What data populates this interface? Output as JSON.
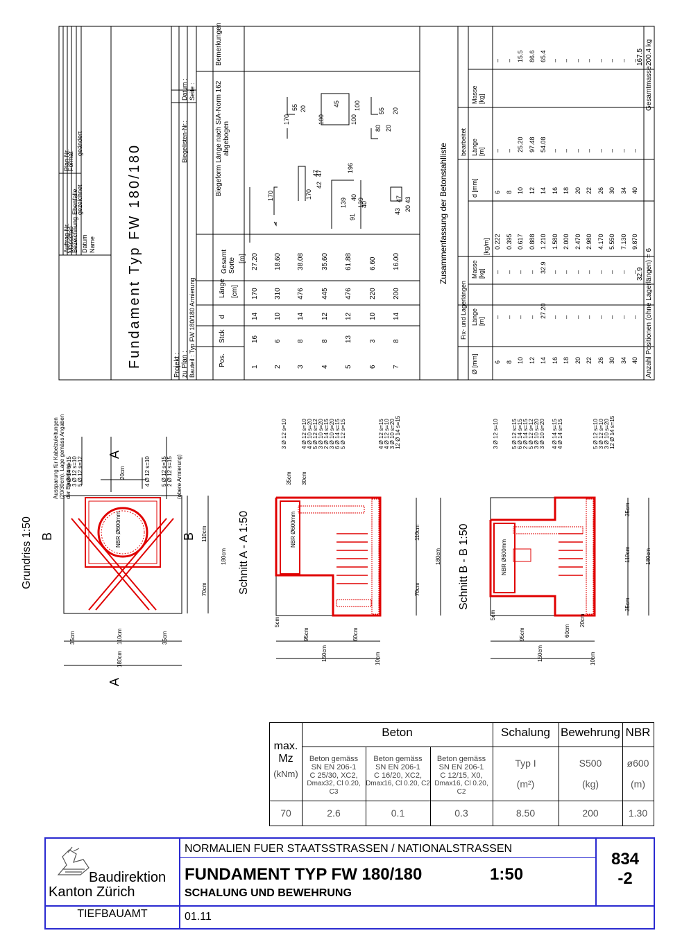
{
  "sheet": {
    "title": "Fundament Typ FW 180/180",
    "stamp_rows": [
      "Auftrag Nr.",
      "Plan Nr.",
      "Massstab",
      "Format",
      "Bezeichnung",
      "Ebenfalle",
      "gezeichnet",
      "geändert",
      "Datum",
      "Name"
    ],
    "projekt_label": "Projekt :",
    "zu_plan_label": "zu Plan :",
    "bauteil_label": "Bauteil : Typ FW 180/180 Armierung",
    "biegelisten_label": "Biegelisten-Nr.:",
    "datum_label": "Datum :",
    "seite_label": "Seite :",
    "columns": [
      "Pos.",
      "Stck",
      "d",
      "Länge",
      "Gesamt Sorte",
      "Biegeform Länge nach SIA-Norm 162 abgebogen",
      "Bemerkungen"
    ],
    "col_units": [
      "",
      "",
      "",
      "[cm]",
      "[m]",
      "",
      ""
    ],
    "positions": [
      {
        "pos": "1",
        "stck": "16",
        "d": "14",
        "laenge": "170",
        "gesamt": "27.20"
      },
      {
        "pos": "2",
        "stck": "6",
        "d": "10",
        "laenge": "310",
        "gesamt": "18.60"
      },
      {
        "pos": "3",
        "stck": "8",
        "d": "14",
        "laenge": "476",
        "gesamt": "38.08"
      },
      {
        "pos": "4",
        "stck": "8",
        "d": "12",
        "laenge": "445",
        "gesamt": "35.60"
      },
      {
        "pos": "5",
        "stck": "13",
        "d": "12",
        "laenge": "476",
        "gesamt": "61.88"
      },
      {
        "pos": "6",
        "stck": "3",
        "d": "10",
        "laenge": "220",
        "gesamt": "6.60"
      },
      {
        "pos": "7",
        "stck": "8",
        "d": "14",
        "laenge": "200",
        "gesamt": "16.00"
      }
    ],
    "bend_labels": [
      "170",
      "47",
      "170",
      "42",
      "47",
      "196",
      "139",
      "40",
      "139",
      "91",
      "40",
      "43",
      "47",
      "20 43",
      "170",
      "55",
      "20",
      "100",
      "45",
      "100",
      "100",
      "80",
      "55",
      "20",
      "20"
    ],
    "zusammenfassung_title": "Zusammenfassung der Betonstahlliste",
    "fix_label": "Fix- und Lagerlängen",
    "bearbeitet_label": "bearbeitet",
    "sum_headers": [
      "Ø [mm]",
      "Länge [m]",
      "Masse [kg]",
      "[kg/m]",
      "d [mm]",
      "Länge [m]",
      "Masse [kg]"
    ],
    "diam": [
      "6",
      "8",
      "10",
      "12",
      "14",
      "16",
      "18",
      "20",
      "22",
      "26",
      "30",
      "34",
      "40"
    ],
    "kgm": [
      "0.222",
      "0.395",
      "0.617",
      "0.888",
      "1.210",
      "1.580",
      "2.000",
      "2.470",
      "2.980",
      "4.170",
      "5.550",
      "7.130",
      "9.870"
    ],
    "fix_laenge_14": "27.20",
    "fix_masse_14": "32.9",
    "fix_total": "32.9",
    "bearb_laenge": {
      "10": "25.20",
      "12": "97.48",
      "14": "54.08"
    },
    "bearb_masse": {
      "10": "15.5",
      "12": "86.6",
      "14": "65.4"
    },
    "bearb_total": "167.5",
    "gesamtmasse_label": "Gesamtmasse",
    "gesamtmasse_value": "200.4 kg",
    "anzahl_label": "Anzahl Positionen (ohne Lagerlängen) = 6"
  },
  "drawings": {
    "grundriss_label": "Grundriss 1:50",
    "schnitt_a_label": "Schnitt A - A 1:50",
    "schnitt_b_label": "Schnitt B - B 1:50",
    "section_letter_a": "A",
    "section_letter_b": "B",
    "nbr_label": "NBR Ø600mm",
    "aussparung_note": "Aussparung für Kabelzuleitungen (20/30cm). Lage gemäss Angaben der Bauleitung",
    "callouts_grundriss": [
      "2 Ø 14 s=15",
      "3 Ø 12 s=10",
      "5 Ø 12 s=12",
      "4 Ø 12 s=10",
      "5 Ø 12 s=15",
      "2 Ø 12 s=15",
      "(obere Armierung)"
    ],
    "callouts_a": [
      "3 Ø 12 s=10",
      "4 Ø 12 s=10",
      "4 Ø 10 s=20",
      "5 Ø 12 s=12",
      "3 Ø 10 s=20",
      "2 Ø 14 s=15",
      "3 Ø 10 s=20",
      "6 Ø 14 s=15",
      "5 Ø 12 s=15",
      "4 Ø 12 s=15",
      "4 Ø 12 s=10",
      "3 Ø 10 s=20",
      "12 Ø 14 s=15"
    ],
    "callouts_b": [
      "3 Ø 12 s=10",
      "5 Ø 12 s=15",
      "6 Ø 14 s=15",
      "2 Ø 14 s=15",
      "5 Ø 12 s=12",
      "3 Ø 10 s=20",
      "3 Ø 10 s=20",
      "4 Ø 14 s=15",
      "4 Ø 14 s=15",
      "5 Ø 12 s=10",
      "3 Ø 12 s=10",
      "3 Ø 10 s=20",
      "12 Ø 14 s=15"
    ],
    "dims_grundriss": [
      "35cm",
      "110cm",
      "35cm",
      "180cm",
      "110cm",
      "70cm",
      "180cm",
      "20cm"
    ],
    "dims_a": [
      "5cm",
      "95cm",
      "60cm",
      "150cm",
      "10cm",
      "110cm",
      "70cm",
      "180cm",
      "35cm",
      "30cm"
    ],
    "dims_b": [
      "5cm",
      "95cm",
      "60cm",
      "20cm",
      "150cm",
      "10cm",
      "35cm",
      "110cm",
      "35cm",
      "180cm"
    ]
  },
  "summary": {
    "max_label": "max.",
    "mz_label": "Mz",
    "knm_label": "(kNm)",
    "beton_header": "Beton",
    "schalung_header": "Schalung",
    "bewehrung_header": "Bewehrung",
    "nbr_header": "NBR",
    "beton1": [
      "Beton gemäss",
      "SN EN 206-1",
      "C 25/30, XC2,",
      "Dmax32, Cl 0.20, C3"
    ],
    "beton2": [
      "Beton gemäss",
      "SN EN 206-1",
      "C 16/20, XC2,",
      "Dmax16, Cl 0.20, C2"
    ],
    "beton3": [
      "Beton gemäss",
      "SN EN 206-1",
      "C 12/15, X0,",
      "Dmax16, Cl 0.20, C2"
    ],
    "schalung_sub": "Typ I",
    "schalung_unit": "(m²)",
    "bewehrung_sub": "S500",
    "bewehrung_unit": "(kg)",
    "nbr_sub": "ø600",
    "nbr_unit": "(m)",
    "values": [
      "70",
      "2.6",
      "0.1",
      "0.3",
      "8.50",
      "200",
      "1.30"
    ]
  },
  "titleblock": {
    "org1": "Baudirektion",
    "org2": "Kanton Zürich",
    "dept": "TIEFBAUAMT",
    "heading": "NORMALIEN  FUER  STAATSSTRASSEN / NATIONALSTRASSEN",
    "main_title": "FUNDAMENT TYP FW 180/180",
    "scale": "1:50",
    "subtitle": "SCHALUNG UND BEWEHRUNG",
    "number1": "834",
    "number2": "-2",
    "date": "01.11"
  },
  "colors": {
    "drawing_red": "#e00000",
    "frame_blue": "#2a2ad0",
    "line": "#000000"
  }
}
